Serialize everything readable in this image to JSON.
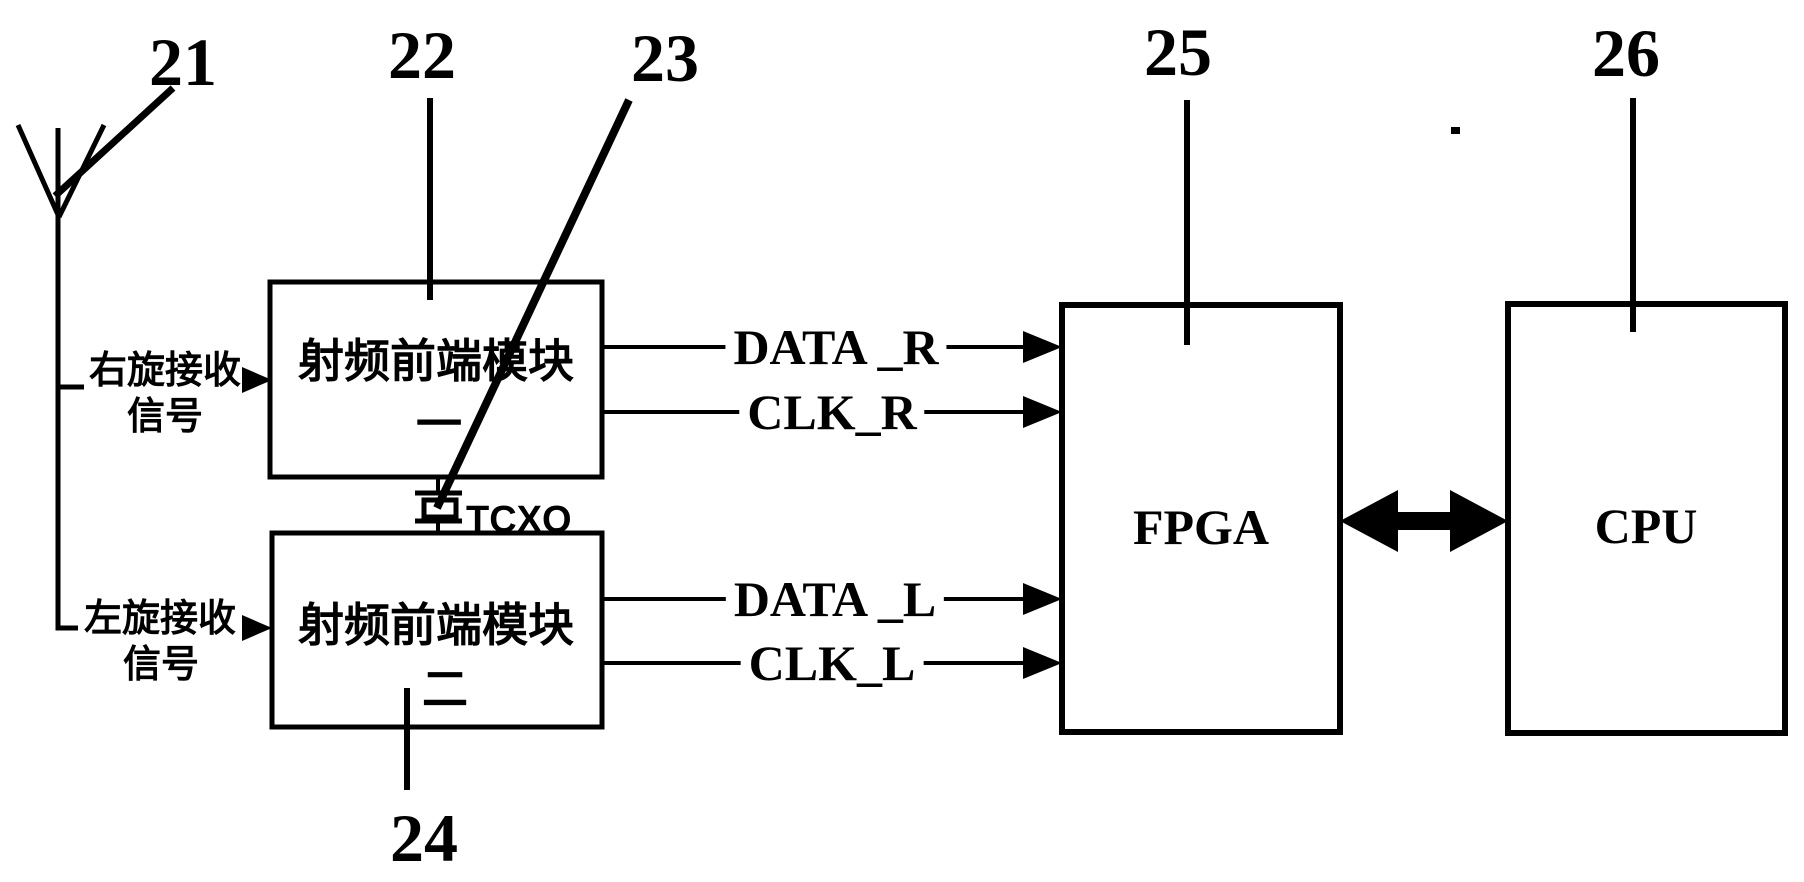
{
  "colors": {
    "line": "#000000",
    "background": "#ffffff"
  },
  "refs": {
    "antenna": "21",
    "rf_module_1": "22",
    "tcxo": "23",
    "rf_module_2": "24",
    "fpga": "25",
    "cpu": "26"
  },
  "blocks": {
    "rf_module_1": {
      "line1": "射频前端模块",
      "line2": "一"
    },
    "rf_module_2": {
      "line1": "射频前端模块",
      "line2": "二"
    },
    "tcxo": {
      "label": "TCXO"
    },
    "fpga": {
      "label": "FPGA"
    },
    "cpu": {
      "label": "CPU"
    }
  },
  "inputs": {
    "rhcp": {
      "line1": "右旋接收",
      "line2": "信号"
    },
    "lhcp": {
      "line1": "左旋接收",
      "line2": "信号"
    }
  },
  "signals": {
    "data_r": "DATA _R",
    "clk_r": "CLK_R",
    "data_l": "DATA _L",
    "clk_l": "CLK_L"
  }
}
